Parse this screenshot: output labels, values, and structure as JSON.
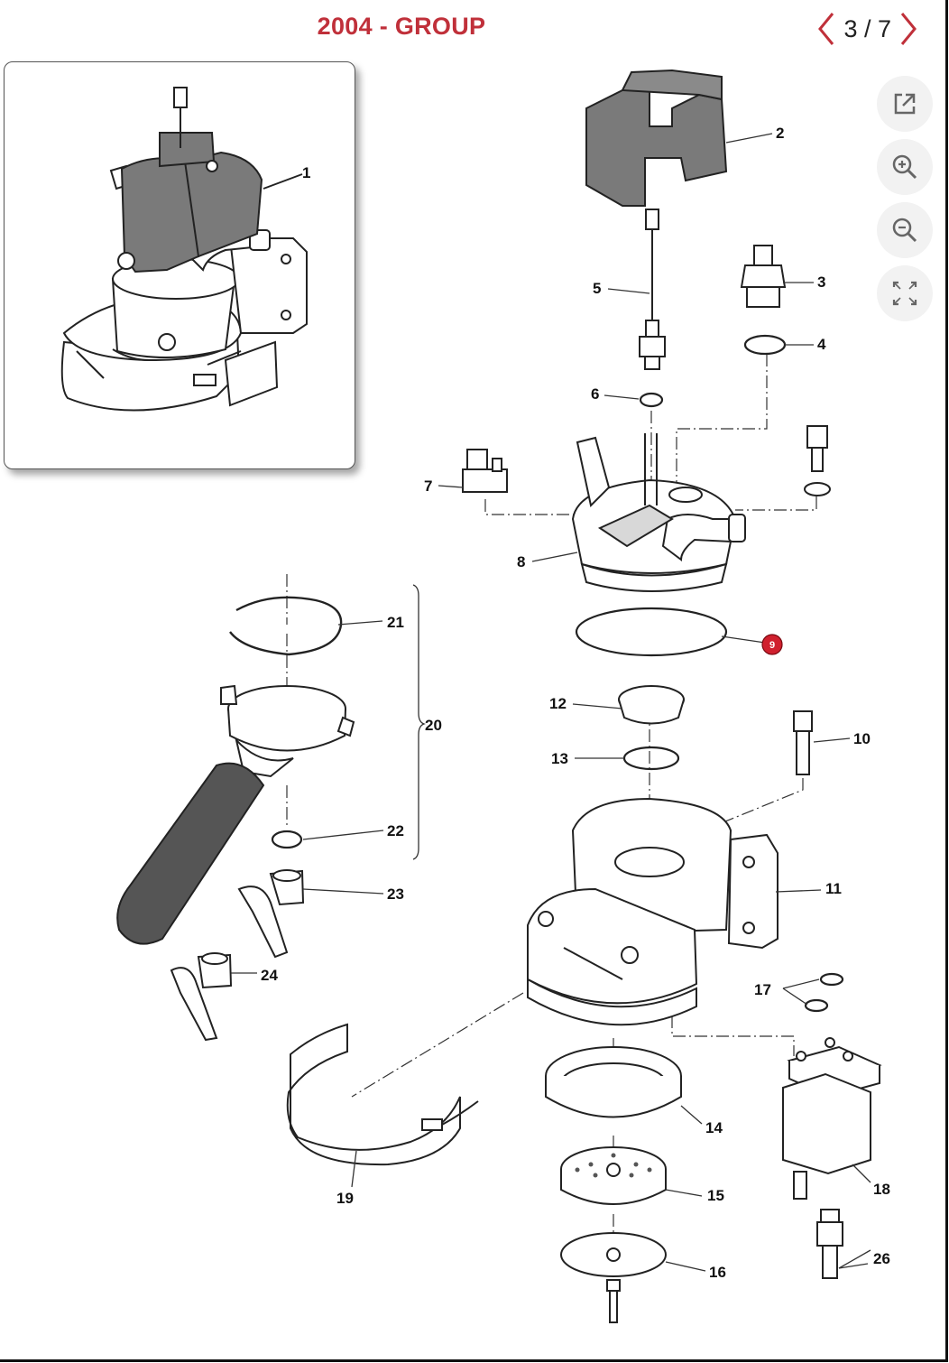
{
  "header": {
    "title": "2004 - GROUP",
    "pager": {
      "text": "3 / 7"
    }
  },
  "toolbar": {
    "icons": [
      "open-external-icon",
      "zoom-in-icon",
      "zoom-out-icon",
      "fullscreen-icon"
    ]
  },
  "thumbnail": {
    "label": "1"
  },
  "parts": {
    "p2": "2",
    "p3": "3",
    "p4": "4",
    "p5": "5",
    "p6": "6",
    "p7": "7",
    "p8": "8",
    "p9": "9",
    "p10": "10",
    "p11": "11",
    "p12": "12",
    "p13": "13",
    "p14": "14",
    "p15": "15",
    "p16": "16",
    "p17": "17",
    "p18": "18",
    "p19": "19",
    "p20": "20",
    "p21": "21",
    "p22": "22",
    "p23": "23",
    "p24": "24",
    "p26": "26"
  },
  "colors": {
    "accent": "#c0303a",
    "selected_badge": "#d0202e",
    "part_fill": "#7a7a7a"
  }
}
